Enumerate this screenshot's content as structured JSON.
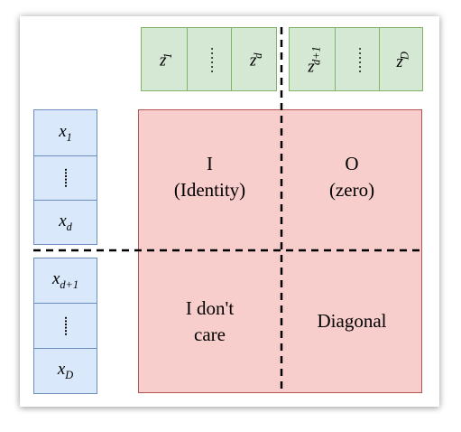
{
  "z_row_1": [
    "z",
    "1",
    "......",
    "z",
    "d"
  ],
  "z_row_2": [
    "z",
    "d+1",
    "......",
    "z",
    "D"
  ],
  "x_col_1": [
    "x",
    "1",
    "x",
    "d"
  ],
  "x_col_2": [
    "x",
    "d+1",
    "x",
    "D"
  ],
  "quadrants": {
    "top_left": [
      "I",
      "(Identity)"
    ],
    "top_right": [
      "O",
      "(zero)"
    ],
    "bottom_left": [
      "I don't",
      "care"
    ],
    "bottom_right": [
      "Diagonal"
    ]
  },
  "colors": {
    "green_fill": "#d5e8d4",
    "green_stroke": "#82b366",
    "blue_fill": "#dae8fc",
    "blue_stroke": "#6c8ebf",
    "red_fill": "#f8cecc",
    "red_stroke": "#b85450"
  }
}
